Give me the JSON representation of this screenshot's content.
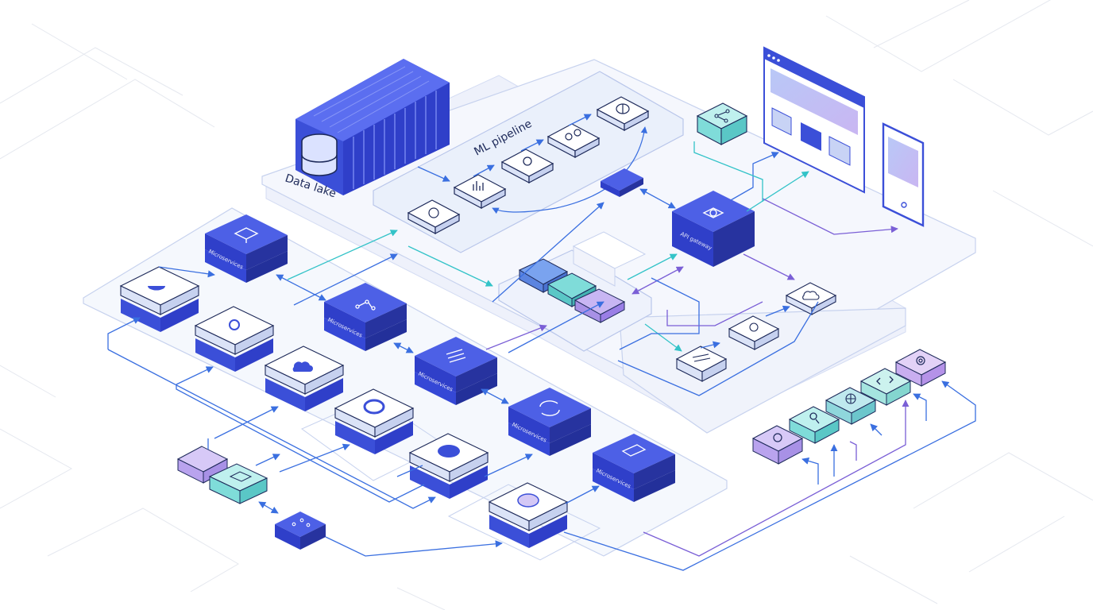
{
  "labels": {
    "data_lake": "Data lake",
    "ml_pipeline": "ML pipeline",
    "microservices": "Microservices",
    "api_gateway": "API gateway"
  },
  "colors": {
    "primary_blue": "#3b4fd8",
    "deep_blue": "#2f3fc9",
    "teal": "#5ad1d0",
    "violet": "#9a7ee6",
    "line_blue": "#3a6fe0",
    "line_purple": "#7a5fd6",
    "line_teal": "#33c3c8",
    "grid": "#e5e8ef",
    "platform_fill": "#f4f7fd",
    "platform_stroke": "#c7d2ee"
  },
  "icons": [
    "database-icon",
    "bar-chart-icon",
    "gear-icon",
    "gears-icon",
    "brain-icon",
    "network-icon",
    "monitor-icon",
    "cloud-icon",
    "sync-icon",
    "chat-icon",
    "search-icon",
    "globe-icon",
    "code-icon",
    "at-sign-icon",
    "server-icon",
    "browser-icon",
    "mobile-phone-icon",
    "share-icon"
  ]
}
